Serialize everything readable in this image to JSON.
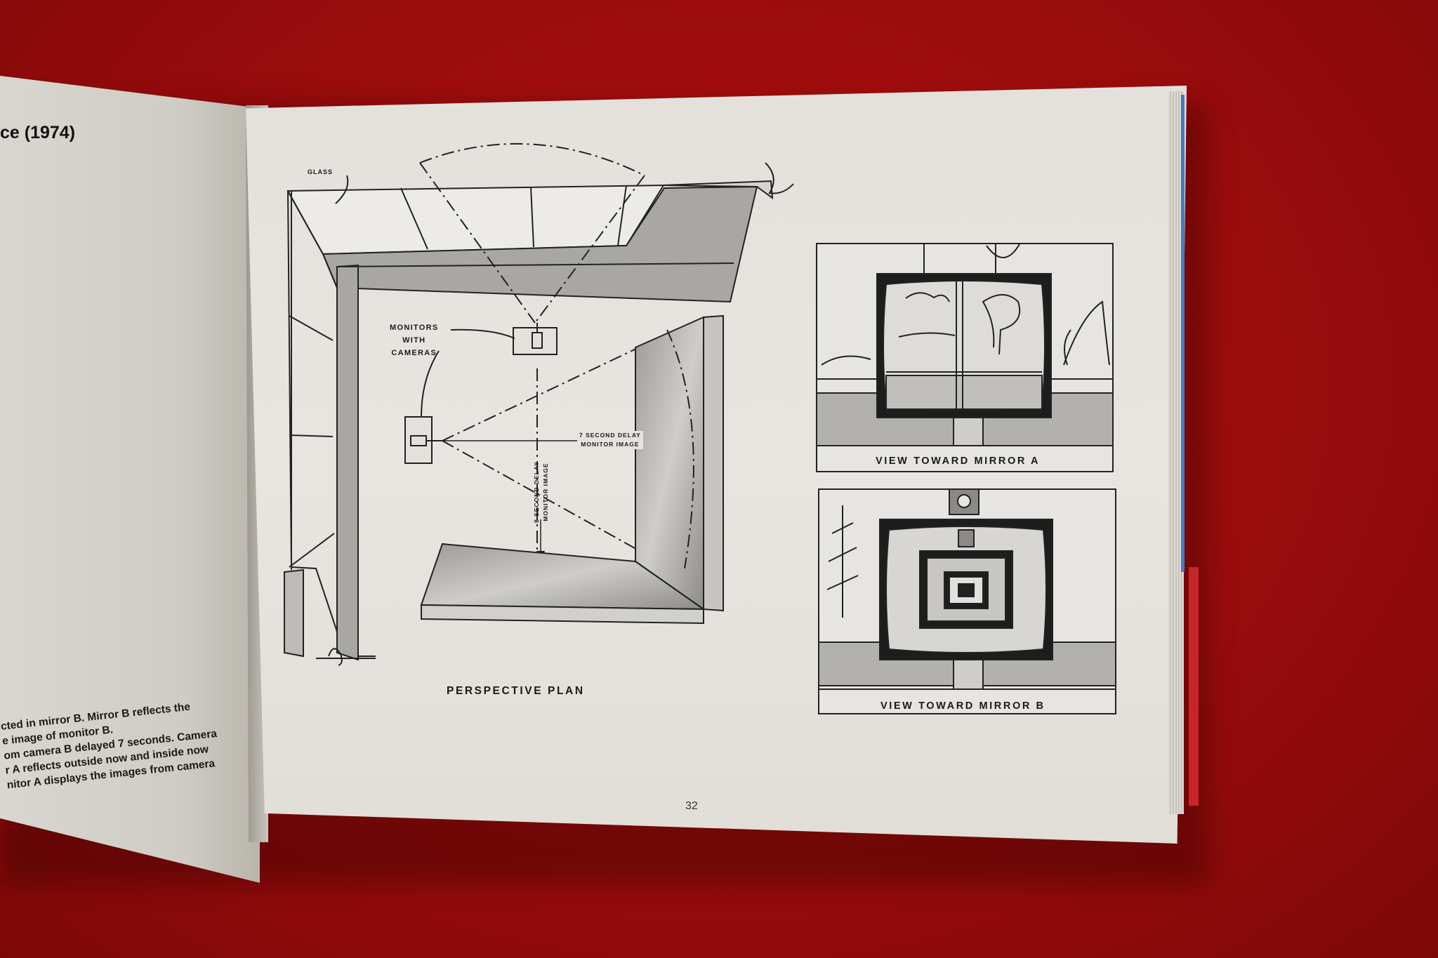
{
  "left_page": {
    "title_fragment": "ce (1974)",
    "caption_lines": [
      "cted in mirror B. Mirror B reflects the",
      "e image of monitor B.",
      "om camera B delayed 7 seconds. Camera",
      "r A reflects outside now and inside now",
      "nitor A displays the images from camera"
    ]
  },
  "plan": {
    "title": "PERSPECTIVE PLAN",
    "glass_label": "GLASS",
    "monitors_label": [
      "MONITORS",
      "WITH",
      "CAMERAS"
    ],
    "delay7_label": [
      "7 SECOND DELAY",
      "MONITOR IMAGE"
    ],
    "delay8_label": [
      "8 SECOND DELAY",
      "MONITOR IMAGE"
    ]
  },
  "views": {
    "mirror_a_caption": "VIEW TOWARD MIRROR A",
    "mirror_b_caption": "VIEW TOWARD MIRROR B"
  },
  "page_number": "32",
  "colors": {
    "background_red": "#9a0c0c",
    "page": "#e6e3de",
    "ink": "#1a1a1a"
  }
}
